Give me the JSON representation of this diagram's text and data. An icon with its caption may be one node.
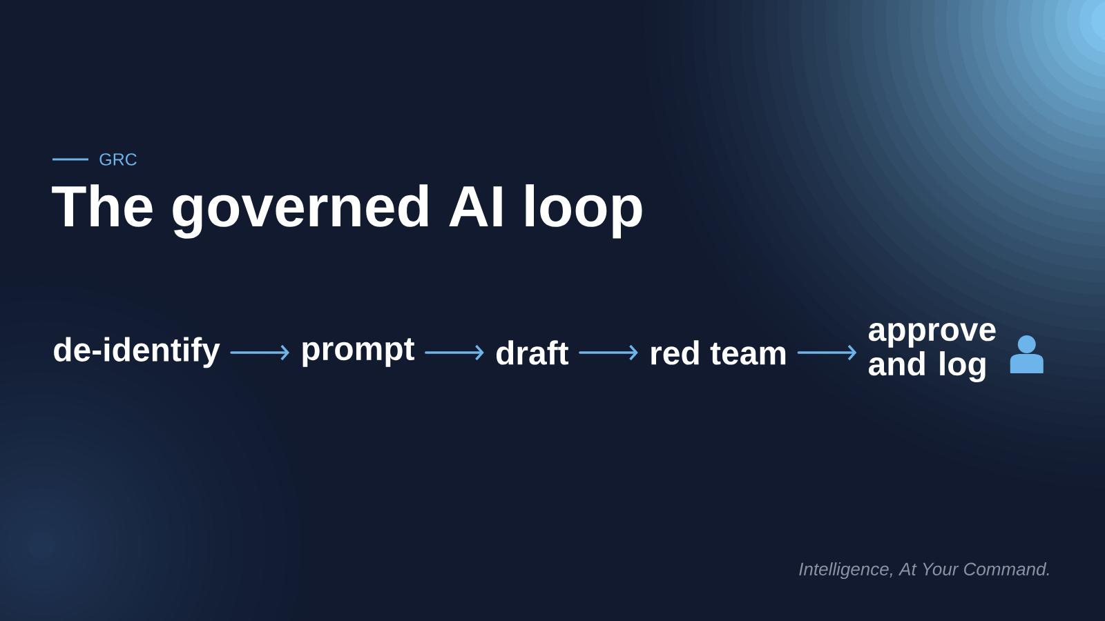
{
  "diagram": {
    "title": "The governed AI loop",
    "nodes": [
      {
        "text": [
          "de-identify"
        ]
      },
      {
        "text": [
          "prompt"
        ]
      },
      {
        "text": [
          "draft"
        ]
      },
      {
        "text": [
          "red team"
        ]
      },
      {
        "text": [
          "approve and log"
        ]
      }
    ],
    "edges": [
      {
        "from": 0,
        "to": 1,
        "arrow": "to"
      },
      {
        "from": 1,
        "to": 2,
        "arrow": "to"
      },
      {
        "from": 2,
        "to": 3,
        "arrow": "to"
      },
      {
        "from": 3,
        "to": 4,
        "arrow": "to"
      }
    ],
    "labels": [
      "GRC",
      "Intelligence, At Your Command."
    ]
  }
}
